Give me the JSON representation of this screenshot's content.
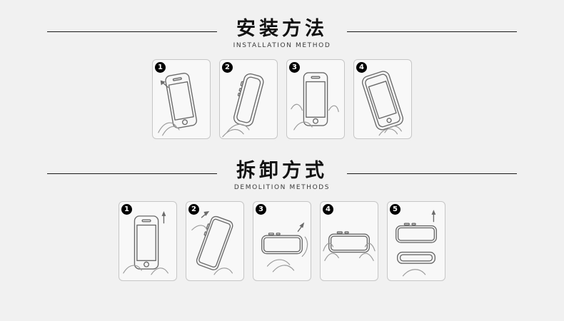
{
  "page": {
    "background": "#f1f1f1"
  },
  "sections": {
    "install": {
      "title_cn": "安装方法",
      "title_en": "INSTALLATION METHOD",
      "steps": [
        {
          "num": "1"
        },
        {
          "num": "2"
        },
        {
          "num": "3"
        },
        {
          "num": "4"
        }
      ]
    },
    "removal": {
      "title_cn": "拆卸方式",
      "title_en": "DEMOLITION METHODS",
      "steps": [
        {
          "num": "1"
        },
        {
          "num": "2"
        },
        {
          "num": "3"
        },
        {
          "num": "4"
        },
        {
          "num": "5"
        }
      ]
    }
  }
}
